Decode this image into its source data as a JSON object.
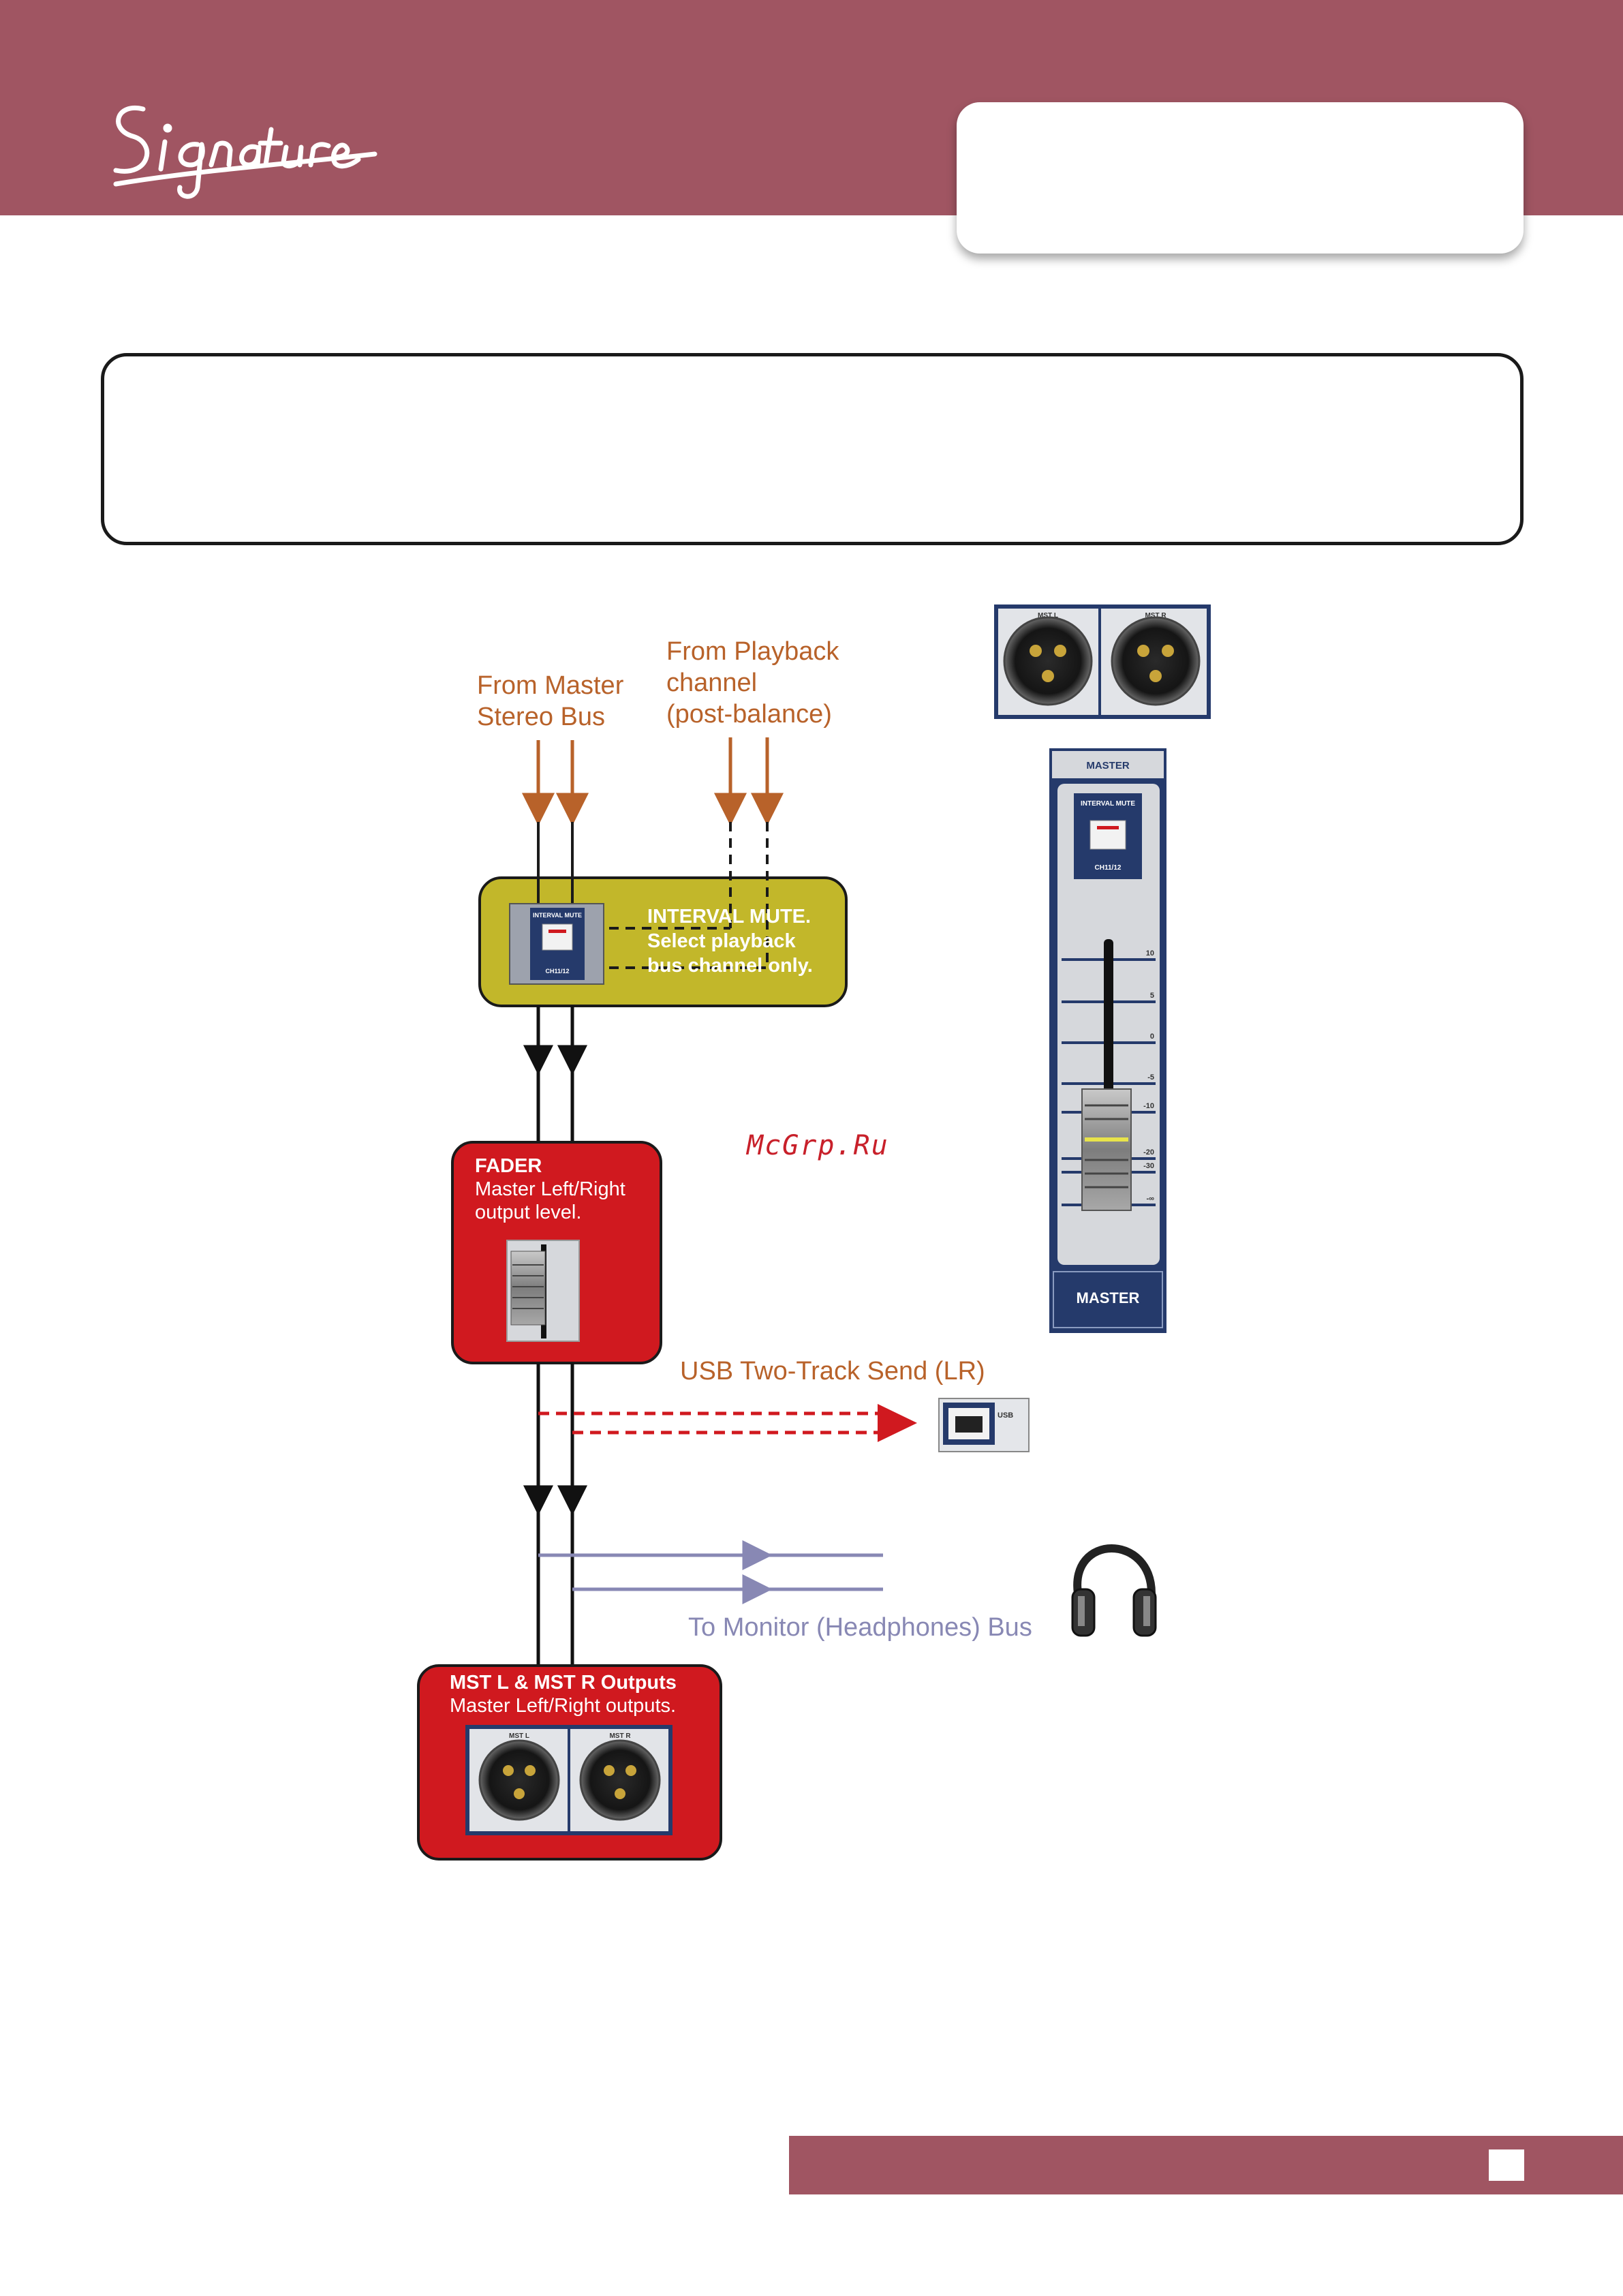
{
  "header": {
    "logo_text": "Signature"
  },
  "diagram": {
    "labels": {
      "from_master": [
        "From Master",
        "Stereo Bus"
      ],
      "from_playback": [
        "From Playback",
        "channel",
        "(post-balance)"
      ],
      "usb_send": "USB Two-Track Send (LR)",
      "monitor": "To Monitor (Headphones) Bus"
    },
    "interval_mute_box": {
      "title": "INTERVAL MUTE.",
      "line1": "Select playback",
      "line2": "bus channel only.",
      "button_label": "INTERVAL MUTE",
      "channel_label": "CH11/12"
    },
    "fader_box": {
      "title": "FADER",
      "line1": "Master Left/Right",
      "line2": "output level."
    },
    "outputs_box": {
      "title": "MST L & MST R Outputs",
      "line1": "Master Left/Right outputs.",
      "left_label": "MST L",
      "right_label": "MST R"
    },
    "master_strip": {
      "top_label": "MASTER",
      "button_label": "INTERVAL MUTE",
      "channel_label": "CH11/12",
      "scale": [
        "10",
        "5",
        "0",
        "-5",
        "-10",
        "-20",
        "-30",
        "-∞"
      ],
      "bottom_label": "MASTER"
    },
    "usb_port_label": "USB",
    "watermark": "McGrp.Ru"
  },
  "colors": {
    "brand": "#a05562",
    "orange_signal": "#b8622a",
    "interval_box": "#c2b72a",
    "red_box": "#d0191f",
    "usb_send": "#d0191f",
    "monitor_line": "#8888b4",
    "strip_blue": "#253a6b"
  }
}
